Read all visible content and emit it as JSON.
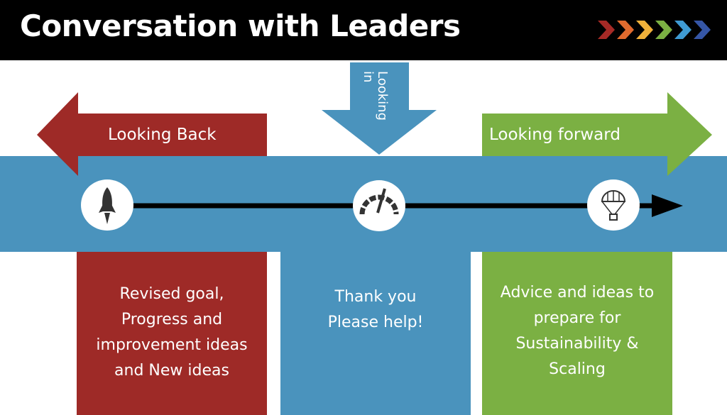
{
  "title": "Conversation with Leaders",
  "logo": {
    "icon": "colored-chevrons-logo",
    "colors": [
      "#a62a26",
      "#e06a2e",
      "#f0b13a",
      "#7bb043",
      "#3f9bd3",
      "#3556a6"
    ]
  },
  "colors": {
    "red": "#9e2a27",
    "blue": "#4a93bd",
    "green": "#7bb043"
  },
  "arrows": {
    "back": "Looking Back",
    "in_lines": [
      "Looking",
      "in"
    ],
    "forward": "Looking forward"
  },
  "icons": [
    "rocket-icon",
    "speedometer-icon",
    "parachute-icon"
  ],
  "boxes": {
    "back": [
      "Revised goal,",
      "Progress and",
      "improvement ideas",
      "and New ideas"
    ],
    "in": [
      "Thank you",
      "Please help!"
    ],
    "forward": [
      "Advice and ideas to",
      "prepare for",
      "Sustainability &",
      "Scaling"
    ]
  }
}
